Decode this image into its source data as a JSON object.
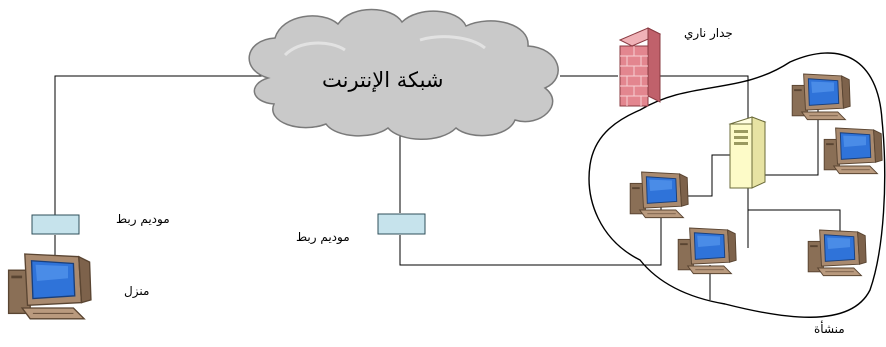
{
  "labels": {
    "internet": "شبكة الإنترنت",
    "firewall": "جدار ناري",
    "modem_home": "موديم ربط",
    "modem_org": "موديم ربط",
    "home": "منزل",
    "organization": "منشأة"
  },
  "icons": {
    "cloud": "cloud-icon",
    "firewall": "brick-wall-icon",
    "modem": "modem-icon",
    "server": "server-tower-icon",
    "computer": "desktop-computer-icon"
  },
  "colors": {
    "cloud_fill": "#c9c9c9",
    "brick": "#e3868f",
    "modem": "#c6e3ec",
    "server": "#fdfbc8",
    "monitor_body": "#a98a6f",
    "screen": "#2f73d9",
    "line": "#000000"
  }
}
